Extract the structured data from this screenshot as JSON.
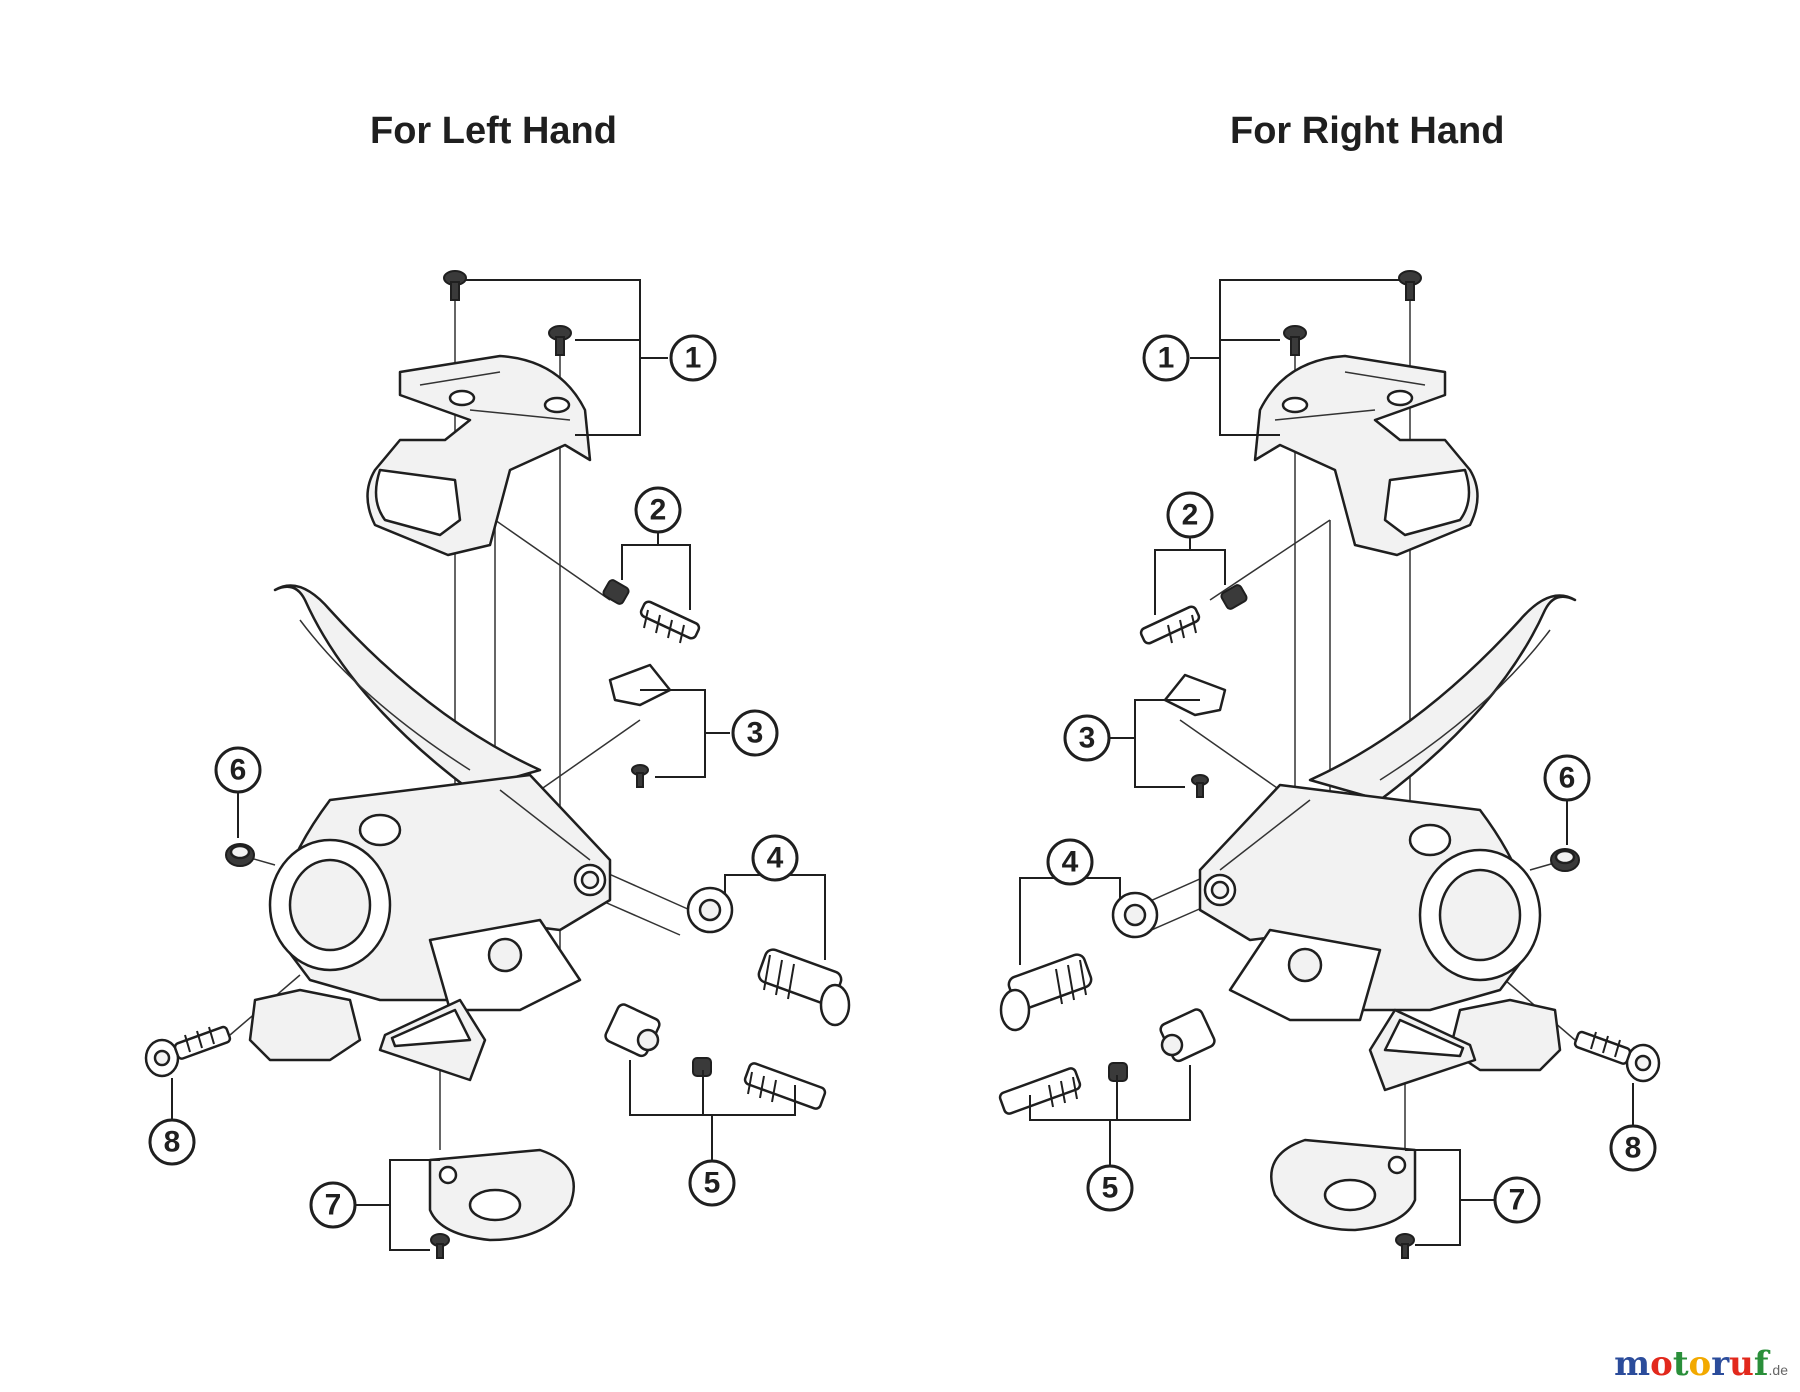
{
  "titles": {
    "left": "For Left Hand",
    "right": "For Right Hand"
  },
  "callouts": [
    "1",
    "2",
    "3",
    "4",
    "5",
    "6",
    "7",
    "8"
  ],
  "watermark": {
    "m": "m",
    "o1": "o",
    "t": "t",
    "o2": "o",
    "r": "r",
    "u": "u",
    "f": "f",
    "suffix": ".de"
  },
  "colors": {
    "ink": "#1f1f1f",
    "part_fill": "#f2f2f2",
    "watermark_m": "#2b4c9b",
    "watermark_o1": "#e2281c",
    "watermark_t": "#2a8f3a",
    "watermark_o2": "#f2a900",
    "watermark_r": "#2b4c9b",
    "watermark_u": "#e2281c",
    "watermark_f": "#2a8f3a"
  }
}
